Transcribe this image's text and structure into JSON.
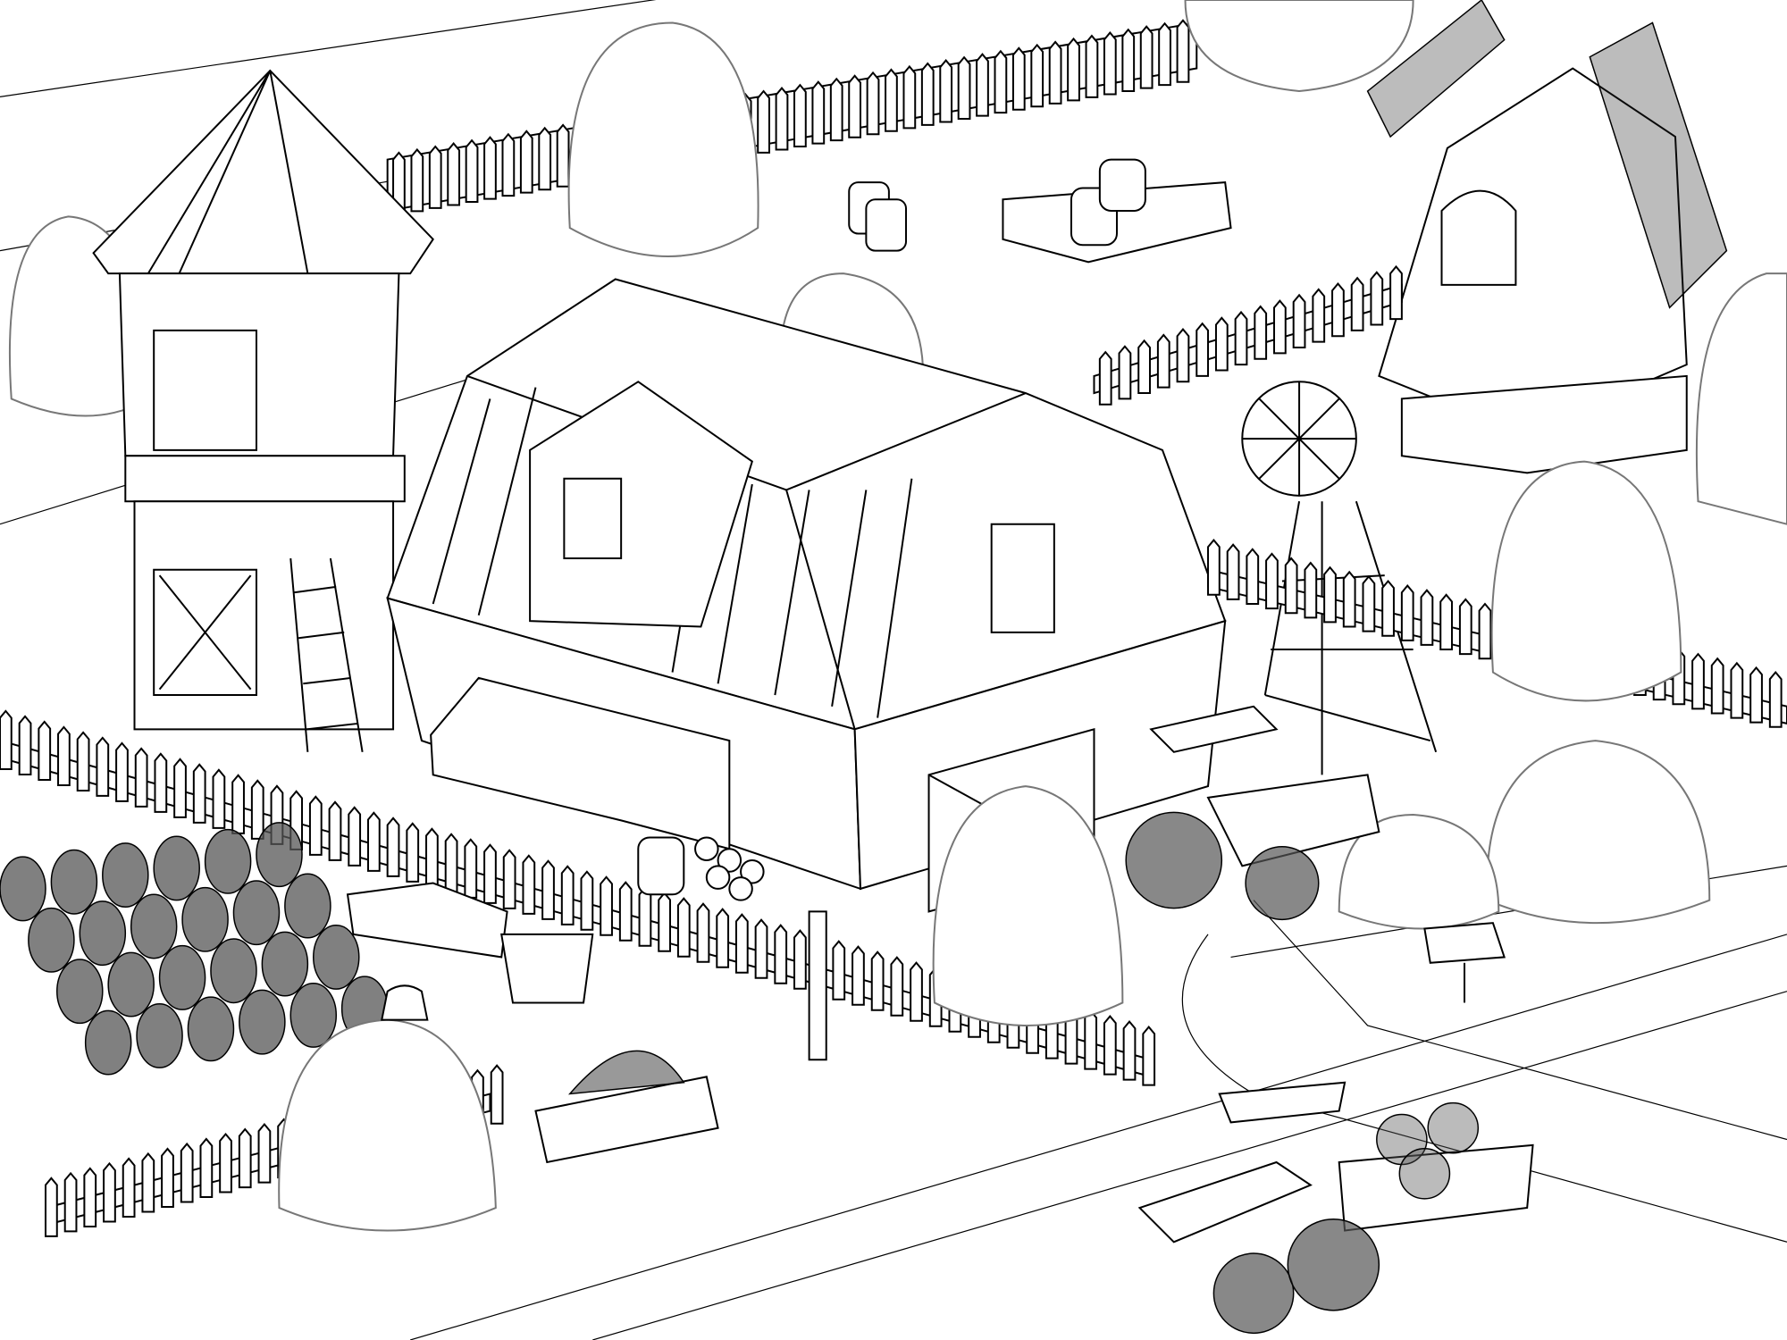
{
  "scene": {
    "background": "#ffffff",
    "line_color": "#000000",
    "tree_outline_color": "#777777",
    "objects": [
      "silo",
      "barn",
      "windmill",
      "wind-pump",
      "tractor",
      "tractor-with-trailer",
      "hay-trailer",
      "cart-with-barrels",
      "vegetable-garden",
      "fence",
      "trees",
      "mailbox",
      "barrels",
      "logs",
      "watering-can",
      "bucket"
    ]
  }
}
